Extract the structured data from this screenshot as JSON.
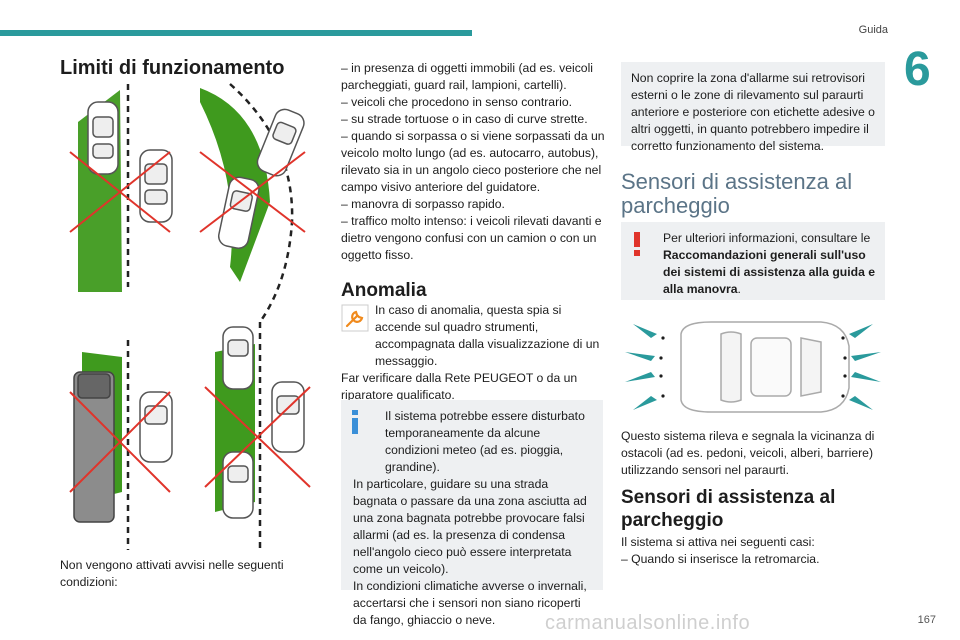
{
  "header": {
    "section": "Guida",
    "chapter": "6",
    "accent": "#2a9a9c"
  },
  "left": {
    "title": "Limiti di funzionamento",
    "caption": "Non vengono attivati avvisi nelle seguenti condizioni:"
  },
  "middle": {
    "conditions": [
      "– in presenza di oggetti immobili (ad es. veicoli parcheggiati, guard rail, lampioni, cartelli).",
      "– veicoli che procedono in senso contrario.",
      "– su strade tortuose o in caso di curve strette.",
      "– quando si sorpassa o si viene sorpassati da un veicolo molto lungo (ad es. autocarro, autobus), rilevato sia in un angolo cieco posteriore che nel campo visivo anteriore del guidatore.",
      "– manovra di sorpasso rapido.",
      "– traffico molto intenso: i veicoli rilevati davanti e dietro vengono confusi con un camion o con un oggetto fisso."
    ],
    "anomalia_title": "Anomalia",
    "anomalia_text_1": "In caso di anomalia, questa spia si accende sul quadro strumenti, accompagnata dalla visualizzazione di un messaggio.",
    "anomalia_text_2": "Far verificare dalla Rete PEUGEOT o da un riparatore qualificato.",
    "info_note_1": "Il sistema potrebbe essere disturbato temporaneamente da alcune condizioni meteo (ad es. pioggia, grandine).",
    "info_note_2": "In particolare, guidare su una strada bagnata o passare da una zona asciutta ad una zona bagnata potrebbe provocare falsi allarmi (ad es. la presenza di condensa nell'angolo cieco può essere interpretata come un veicolo).",
    "info_note_3": "In condizioni climatiche avverse o invernali, accertarsi che i sensori non siano ricoperti da fango, ghiaccio o neve."
  },
  "right": {
    "note_top": "Non coprire la zona d'allarme sui retrovisori esterni o le zone di rilevamento sul paraurti anteriore e posteriore con etichette adesive o altri oggetti, in quanto potrebbero impedire il corretto funzionamento del sistema.",
    "section_title": "Sensori di assistenza al parcheggio",
    "warn_prefix": "Per ulteriori informazioni, consultare le ",
    "warn_bold": "Raccomandazioni generali sull'uso dei sistemi di assistenza alla guida e alla manovra",
    "warn_suffix": ".",
    "description": "Questo sistema rileva e segnala la vicinanza di ostacoli (ad es. pedoni, veicoli, alberi, barriere) utilizzando sensori nel paraurti.",
    "subsection_title": "Sensori di assistenza al parcheggio",
    "activation_intro": "Il sistema si attiva nei seguenti casi:",
    "activation_item": "– Quando si inserisce la retromarcia."
  },
  "footer": {
    "page_number": "167",
    "watermark": "carmanualsonline.info"
  }
}
